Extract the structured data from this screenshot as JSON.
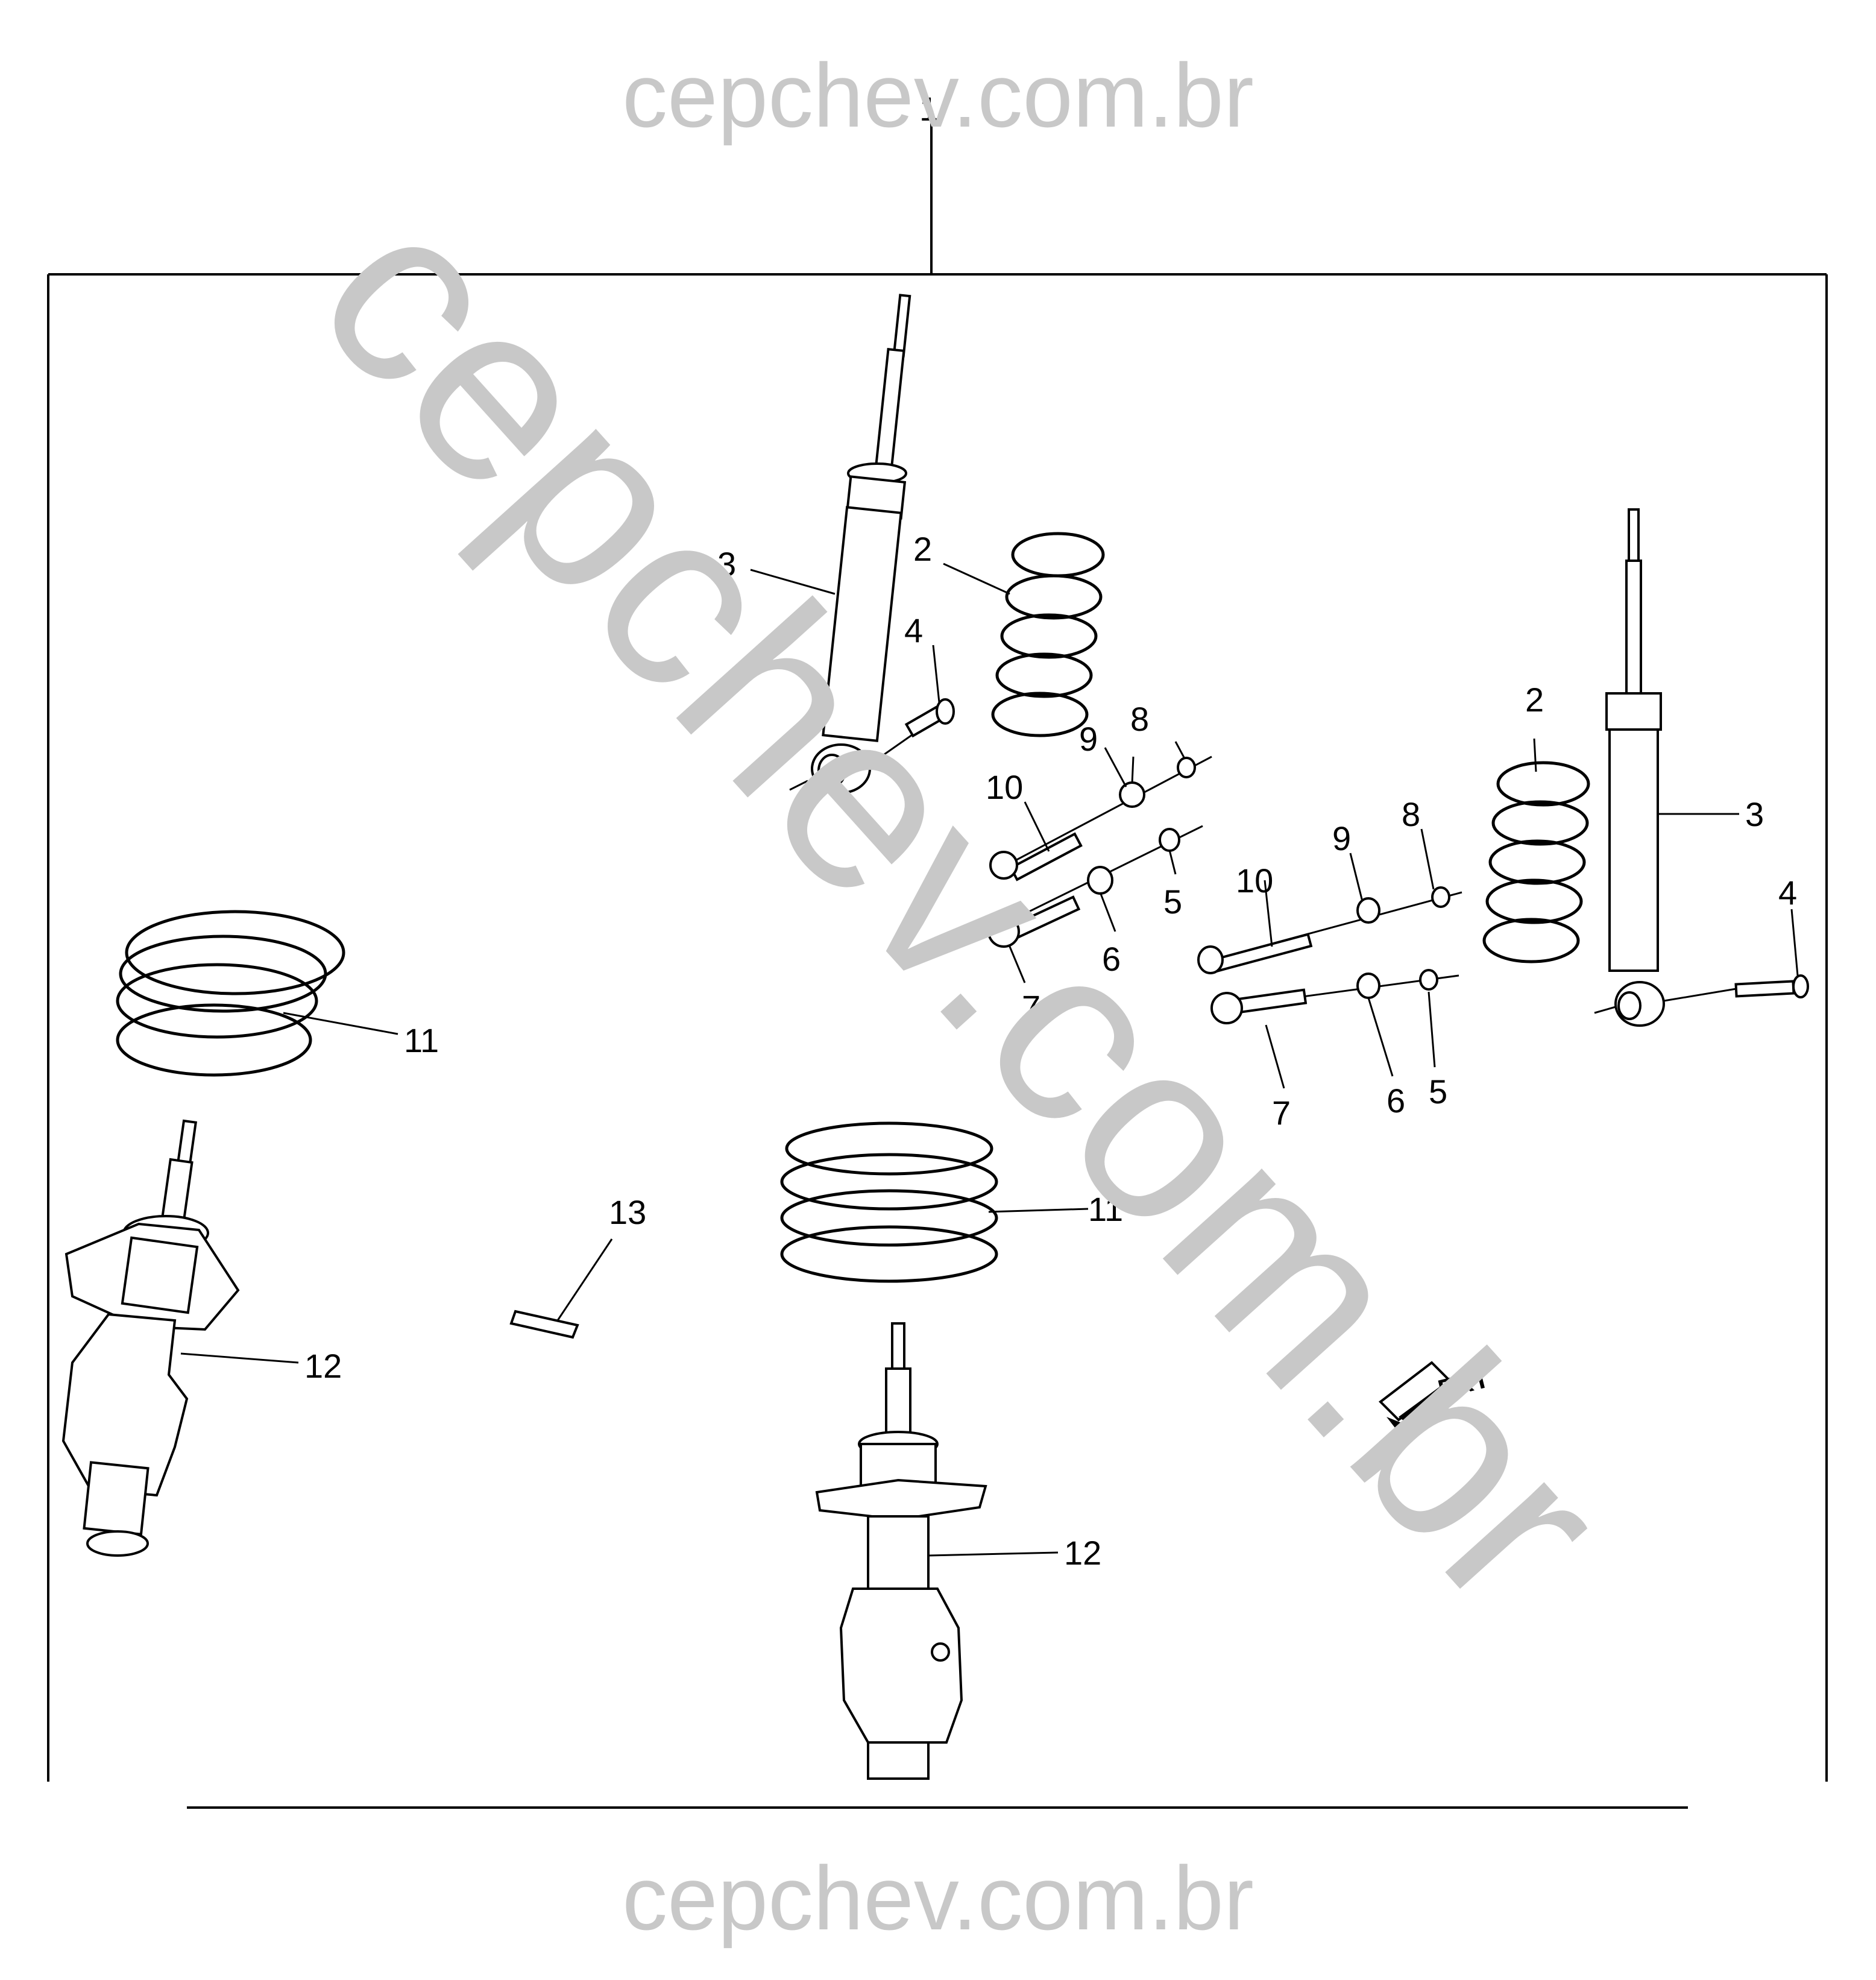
{
  "watermark": {
    "top": "cepchev.com.br",
    "bottom": "cepchev.com.br",
    "diagonal": "cepchev.com.br"
  },
  "callouts": {
    "assembly": "1",
    "rear_spring_left": "2",
    "rear_spring_right": "2",
    "rear_shock_left": "3",
    "rear_shock_right": "3",
    "shock_bolt_left": "4",
    "shock_bolt_right": "4",
    "nut_left": "5",
    "nut_right": "5",
    "washer_left": "6",
    "washer_right": "6",
    "cam_bolt_left": "7",
    "cam_bolt_right": "7",
    "upper_nut_left": "8",
    "upper_nut_right": "8",
    "upper_washer_left": "9",
    "upper_washer_right": "9",
    "upper_bolt_left": "10",
    "upper_bolt_right": "10",
    "front_spring_left": "11",
    "front_spring_center": "11",
    "front_strut_left": "12",
    "front_strut_center": "12",
    "label_plate": "13"
  },
  "direction_indicator": {
    "label": "FRT",
    "icon": "front-arrow-icon"
  },
  "colors": {
    "line": "#000000",
    "watermark": "#c8c8c8",
    "background": "#ffffff"
  }
}
